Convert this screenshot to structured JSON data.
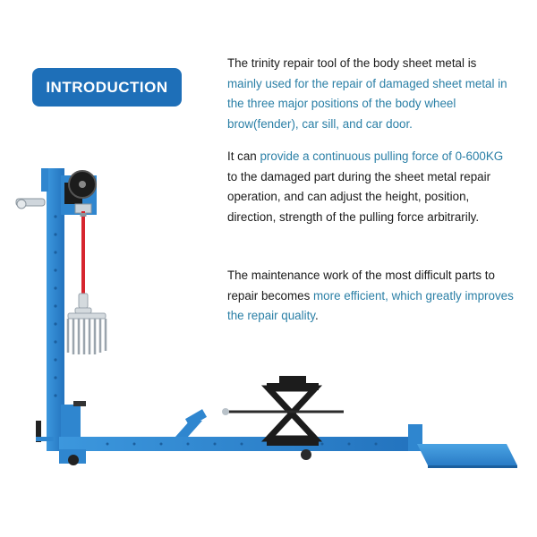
{
  "badge": {
    "label": "INTRODUCTION"
  },
  "paragraphs": [
    {
      "segments": [
        {
          "text": "The trinity repair tool of the body sheet metal is ",
          "highlight": false
        },
        {
          "text": "mainly used for the repair of damaged sheet metal in the three major positions of the body wheel brow(fender), car sill, and car door.",
          "highlight": true
        }
      ]
    },
    {
      "segments": [
        {
          "text": "It can ",
          "highlight": false
        },
        {
          "text": "provide a continuous pulling force of 0-600KG",
          "highlight": true
        },
        {
          "text": " to the damaged part during the sheet metal repair operation, and can adjust the height, position, direction, strength of the pulling force arbitrarily.",
          "highlight": false
        }
      ]
    },
    {
      "segments": [
        {
          "text": "The maintenance work of the most difficult parts to repair becomes ",
          "highlight": false
        },
        {
          "text": "more efficient, which greatly improves the repair quality",
          "highlight": true
        },
        {
          "text": ".",
          "highlight": false
        }
      ]
    }
  ],
  "colors": {
    "badge_bg": "#1e6fb8",
    "highlight_text": "#2a7fa6",
    "frame_blue": "#2f86cf",
    "strap_red": "#d6252e"
  },
  "image": {
    "subject": "body-sheet-metal-repair-tool"
  }
}
